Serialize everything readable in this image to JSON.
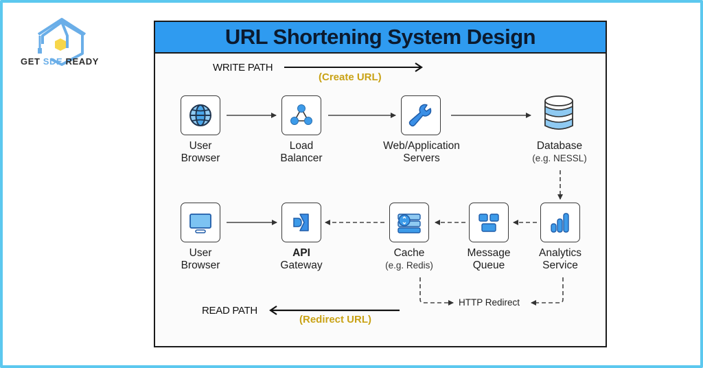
{
  "brand": {
    "name_part1": "GET ",
    "name_part2": "SDE",
    "name_part3": " READY",
    "primary_color": "#6aaee8",
    "accent_color": "#f7d64a",
    "frame_color": "#5cc8ef"
  },
  "diagram": {
    "title": "URL Shortening System Design",
    "title_bar_color": "#2f9bf0",
    "write_path": {
      "label": "WRITE PATH",
      "sublabel": "(Create URL)"
    },
    "read_path": {
      "label": "READ PATH",
      "sublabel": "(Redirect URL)"
    },
    "nodes": {
      "user_browser_top": {
        "icon": "globe-icon",
        "line1": "User",
        "line2": "Browser"
      },
      "load_balancer": {
        "icon": "network-icon",
        "line1": "Load",
        "line2": "Balancer"
      },
      "web_app_servers": {
        "icon": "wrench-icon",
        "line1": "Web/Application",
        "line2": "Servers"
      },
      "database": {
        "icon": "database-icon",
        "line1": "Database",
        "sub": "(e.g. NESSL)"
      },
      "user_browser_bottom": {
        "icon": "monitor-icon",
        "line1": "User",
        "line2": "Browser"
      },
      "api_gateway": {
        "icon": "gateway-icon",
        "line1": "API",
        "line2": "Gateway"
      },
      "cache": {
        "icon": "cache-icon",
        "line1": "Cache",
        "sub": "(e.g. Redis)"
      },
      "message_queue": {
        "icon": "queue-icon",
        "line1": "Message",
        "line2": "Queue"
      },
      "analytics_service": {
        "icon": "bar-chart-icon",
        "line1": "Analytics",
        "line2": "Service"
      }
    },
    "http_redirect_label": "HTTP Redirect"
  }
}
